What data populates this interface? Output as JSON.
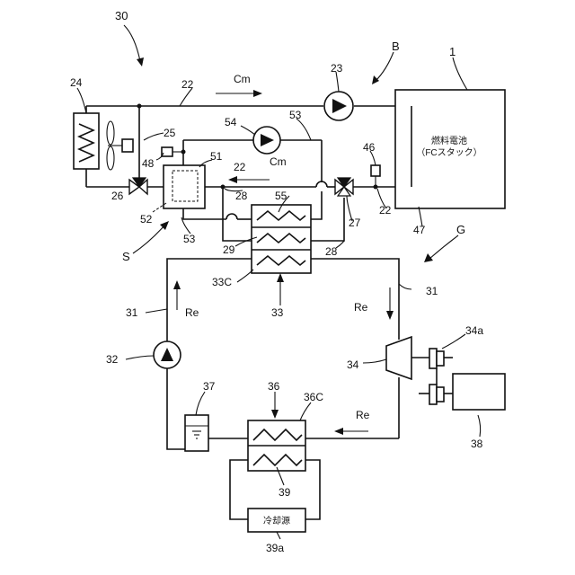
{
  "labels": {
    "system": "30",
    "loop_b": "B",
    "loop_g": "G",
    "sub_s": "S",
    "fuel_cell_ref": "1",
    "fuel_cell_name": "燃料電池",
    "fuel_cell_sub": "（FCスタック）",
    "radiator": "24",
    "pipe_22_top": "22",
    "pipe_22_mid": "22",
    "pipe_22_right": "22",
    "flow_cm_top": "Cm",
    "flow_cm_mid": "Cm",
    "pump_23": "23",
    "pipe_25": "25",
    "pump_54": "54",
    "pipe_53_top": "53",
    "pipe_53_bottom": "53",
    "sensor_48": "48",
    "tank_51": "51",
    "pipe_28_left": "28",
    "pipe_28_right": "28",
    "hx_55": "55",
    "sensor_46": "46",
    "valve_26": "26",
    "sensor_52": "52",
    "valve_27": "27",
    "sensor_47": "47",
    "pipe_29": "29",
    "hx_33c": "33C",
    "hx_33": "33",
    "pipe_31_left": "31",
    "pipe_31_right": "31",
    "flow_re_left": "Re",
    "flow_re_right": "Re",
    "flow_re_bottom": "Re",
    "pump_32": "32",
    "compressor_34": "34",
    "coupling_34a": "34a",
    "receiver_37": "37",
    "hx_36": "36",
    "hx_36c": "36C",
    "motor_38": "38",
    "pipe_39": "39",
    "cooling_source": "冷却源",
    "cooling_source_ref": "39a"
  }
}
